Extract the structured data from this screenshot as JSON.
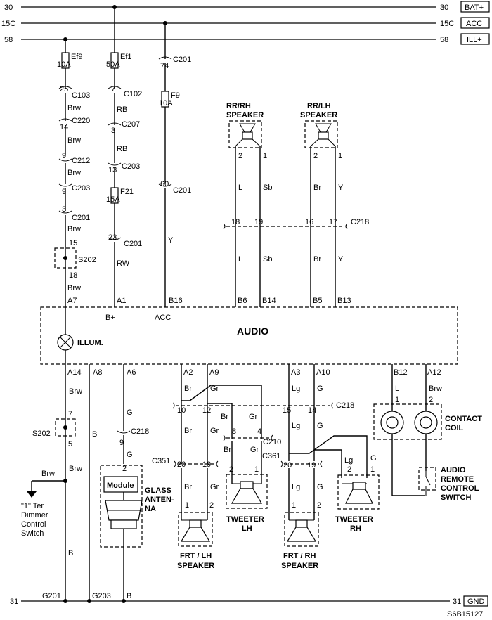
{
  "rails": {
    "bat": {
      "num": "30",
      "label": "BAT+"
    },
    "acc": {
      "num": "15C",
      "label": "ACC"
    },
    "ill": {
      "num": "58",
      "label": "ILL+"
    },
    "gnd": {
      "num": "31",
      "label": "GND"
    }
  },
  "fuses": {
    "ef9": "Ef9",
    "ef9_amp": "10A",
    "ef1": "Ef1",
    "ef1_amp": "50A",
    "f9": "F9",
    "f9_amp": "10A",
    "f21": "F21",
    "f21_amp": "15A"
  },
  "connectors": {
    "c103": "C103",
    "c220": "C220",
    "c212": "C212",
    "c203": "C203",
    "c201": "C201",
    "c102": "C102",
    "c207": "C207",
    "c218": "C218",
    "c210": "C210",
    "c351": "C351",
    "c361": "C361",
    "s202": "S202"
  },
  "pins": {
    "p25": "25",
    "p14": "14",
    "p9": "9",
    "p3": "3",
    "p15": "15",
    "p18": "18",
    "p7": "7",
    "p13": "13",
    "p23": "23",
    "p74": "74",
    "p60": "60",
    "p16": "16",
    "p17": "17",
    "p19": "19",
    "p2": "2",
    "p1": "1",
    "p10": "10",
    "p12": "12",
    "p8": "8",
    "p4": "4",
    "p20": "20",
    "p5": "5"
  },
  "wires": {
    "brw": "Brw",
    "rb": "RB",
    "rw": "RW",
    "y": "Y",
    "l": "L",
    "sb": "Sb",
    "br": "Br",
    "gr": "Gr",
    "lg": "Lg",
    "g": "G",
    "b": "B"
  },
  "audio": {
    "title": "AUDIO",
    "illum": "ILLUM.",
    "top_pins": [
      "A7",
      "A1",
      "B16",
      "B6",
      "B14",
      "B5",
      "B13"
    ],
    "bplus": "B+",
    "acc": "ACC",
    "bottom_pins": [
      "A14",
      "A8",
      "A6",
      "A2",
      "A9",
      "A3",
      "A10",
      "B12",
      "A12"
    ]
  },
  "speakers": {
    "rr_rh": [
      "RR/RH",
      "SPEAKER"
    ],
    "rr_lh": [
      "RR/LH",
      "SPEAKER"
    ],
    "frt_lh": [
      "FRT / LH",
      "SPEAKER"
    ],
    "frt_rh": [
      "FRT / RH",
      "SPEAKER"
    ],
    "tweeter_lh": [
      "TWEETER",
      "LH"
    ],
    "tweeter_rh": [
      "TWEETER",
      "RH"
    ]
  },
  "glass_antenna": {
    "module": "Module",
    "label": [
      "GLASS",
      "ANTEN-",
      "NA"
    ]
  },
  "contact_coil": [
    "CONTACT",
    "COIL"
  ],
  "remote_switch": [
    "AUDIO",
    "REMOTE",
    "CONTROL",
    "SWITCH"
  ],
  "dimmer": [
    "\"1\" Ter",
    "Dimmer",
    "Control",
    "Switch"
  ],
  "grounds": {
    "g201": "G201",
    "g203": "G203",
    "b": "B"
  },
  "figure_id": "S6B15127"
}
